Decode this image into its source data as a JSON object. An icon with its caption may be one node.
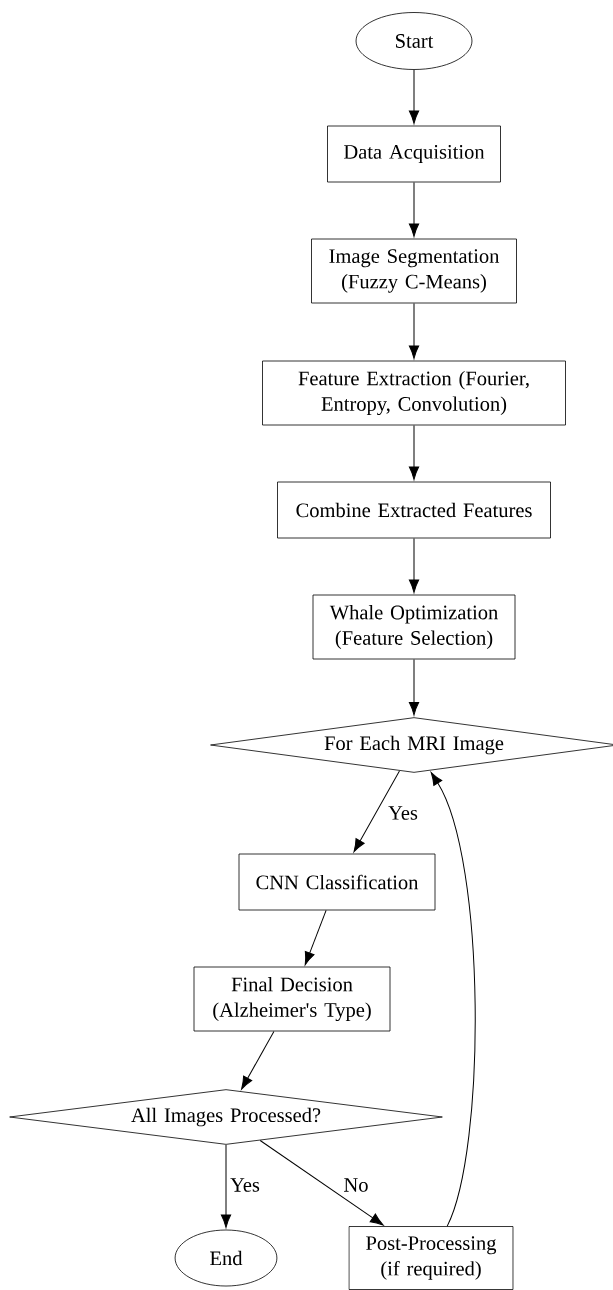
{
  "diagram": {
    "nodes": [
      {
        "text": [
          "Start"
        ]
      },
      {
        "text": [
          "Data Acquisition"
        ]
      },
      {
        "text": [
          "Image Segmentation (Fuzzy C-Means)"
        ]
      },
      {
        "text": [
          "Feature Extraction (Fourier, Entropy, Convolution)"
        ]
      },
      {
        "text": [
          "Combine Extracted Features"
        ]
      },
      {
        "text": [
          "Whale Optimization (Feature Selection)"
        ]
      },
      {
        "text": [
          "For Each MRI Image"
        ]
      },
      {
        "text": [
          "CNN Classification"
        ]
      },
      {
        "text": [
          "Final Decision (Alzheimer's Type)"
        ]
      },
      {
        "text": [
          "All Images Processed?"
        ]
      },
      {
        "text": [
          "End"
        ]
      },
      {
        "text": [
          "Post-Processing (if required)"
        ]
      }
    ],
    "edges": [
      {
        "from": 0,
        "to": 1,
        "arrow": "to"
      },
      {
        "from": 1,
        "to": 2,
        "arrow": "to"
      },
      {
        "from": 2,
        "to": 3,
        "arrow": "to"
      },
      {
        "from": 3,
        "to": 4,
        "arrow": "to"
      },
      {
        "from": 4,
        "to": 5,
        "arrow": "to"
      },
      {
        "from": 5,
        "to": 6,
        "arrow": "to"
      },
      {
        "from": 6,
        "to": 7,
        "arrow": "to",
        "label": "Yes"
      },
      {
        "from": 7,
        "to": 8,
        "arrow": "to"
      },
      {
        "from": 8,
        "to": 9,
        "arrow": "to"
      },
      {
        "from": 9,
        "to": 10,
        "arrow": "to",
        "label": "Yes"
      },
      {
        "from": 9,
        "to": 11,
        "arrow": "to",
        "label": "No"
      },
      {
        "from": 11,
        "to": 6,
        "arrow": "to"
      }
    ]
  }
}
